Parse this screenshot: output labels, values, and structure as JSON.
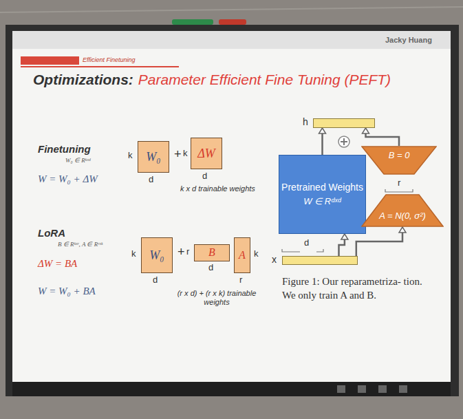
{
  "diagram": {
    "caption": "Figure 1: Our reparametriza- tion. We only train A and B.",
    "nodes": [
      {
        "text": [
          "W₀"
        ]
      },
      {
        "text": [
          "ΔW"
        ]
      },
      {
        "text": [
          "W₀"
        ]
      },
      {
        "text": [
          "B"
        ]
      },
      {
        "text": [
          "A"
        ]
      },
      {
        "text": [
          "h"
        ]
      },
      {
        "text": [
          "Pretrained Weights",
          "W ∈ Rᵈˣᵈ"
        ]
      },
      {
        "text": [
          "B = 0"
        ]
      },
      {
        "text": [
          "A = N(0, σ²)"
        ]
      },
      {
        "text": [
          "x"
        ]
      }
    ],
    "edges": [
      {
        "from": 9,
        "to": 6,
        "arrow": "to"
      },
      {
        "from": 9,
        "to": 8,
        "arrow": "to"
      },
      {
        "from": 6,
        "to": 5,
        "arrow": "to"
      },
      {
        "from": 7,
        "to": 5,
        "arrow": "to"
      }
    ],
    "labels": [
      "Jacky Huang",
      "Efficient Finetuning",
      "Optimizations:",
      "Parameter Efficient Fine Tuning (PEFT)",
      "Finetuning",
      "W₀ ∈ Rᵏˣᵈ",
      "W = W₀ + ΔW",
      "k",
      "d",
      "+",
      "k",
      "d",
      "k x d trainable weights",
      "LoRA",
      "B ∈ Rᵏˣʳ, A ∈ Rʳˣᵏ",
      "ΔW = BA",
      "W = W₀ + BA",
      "k",
      "d",
      "+",
      "r",
      "d",
      "k",
      "r",
      "(r x d) + (r x k) trainable weights",
      "r",
      "d"
    ]
  }
}
